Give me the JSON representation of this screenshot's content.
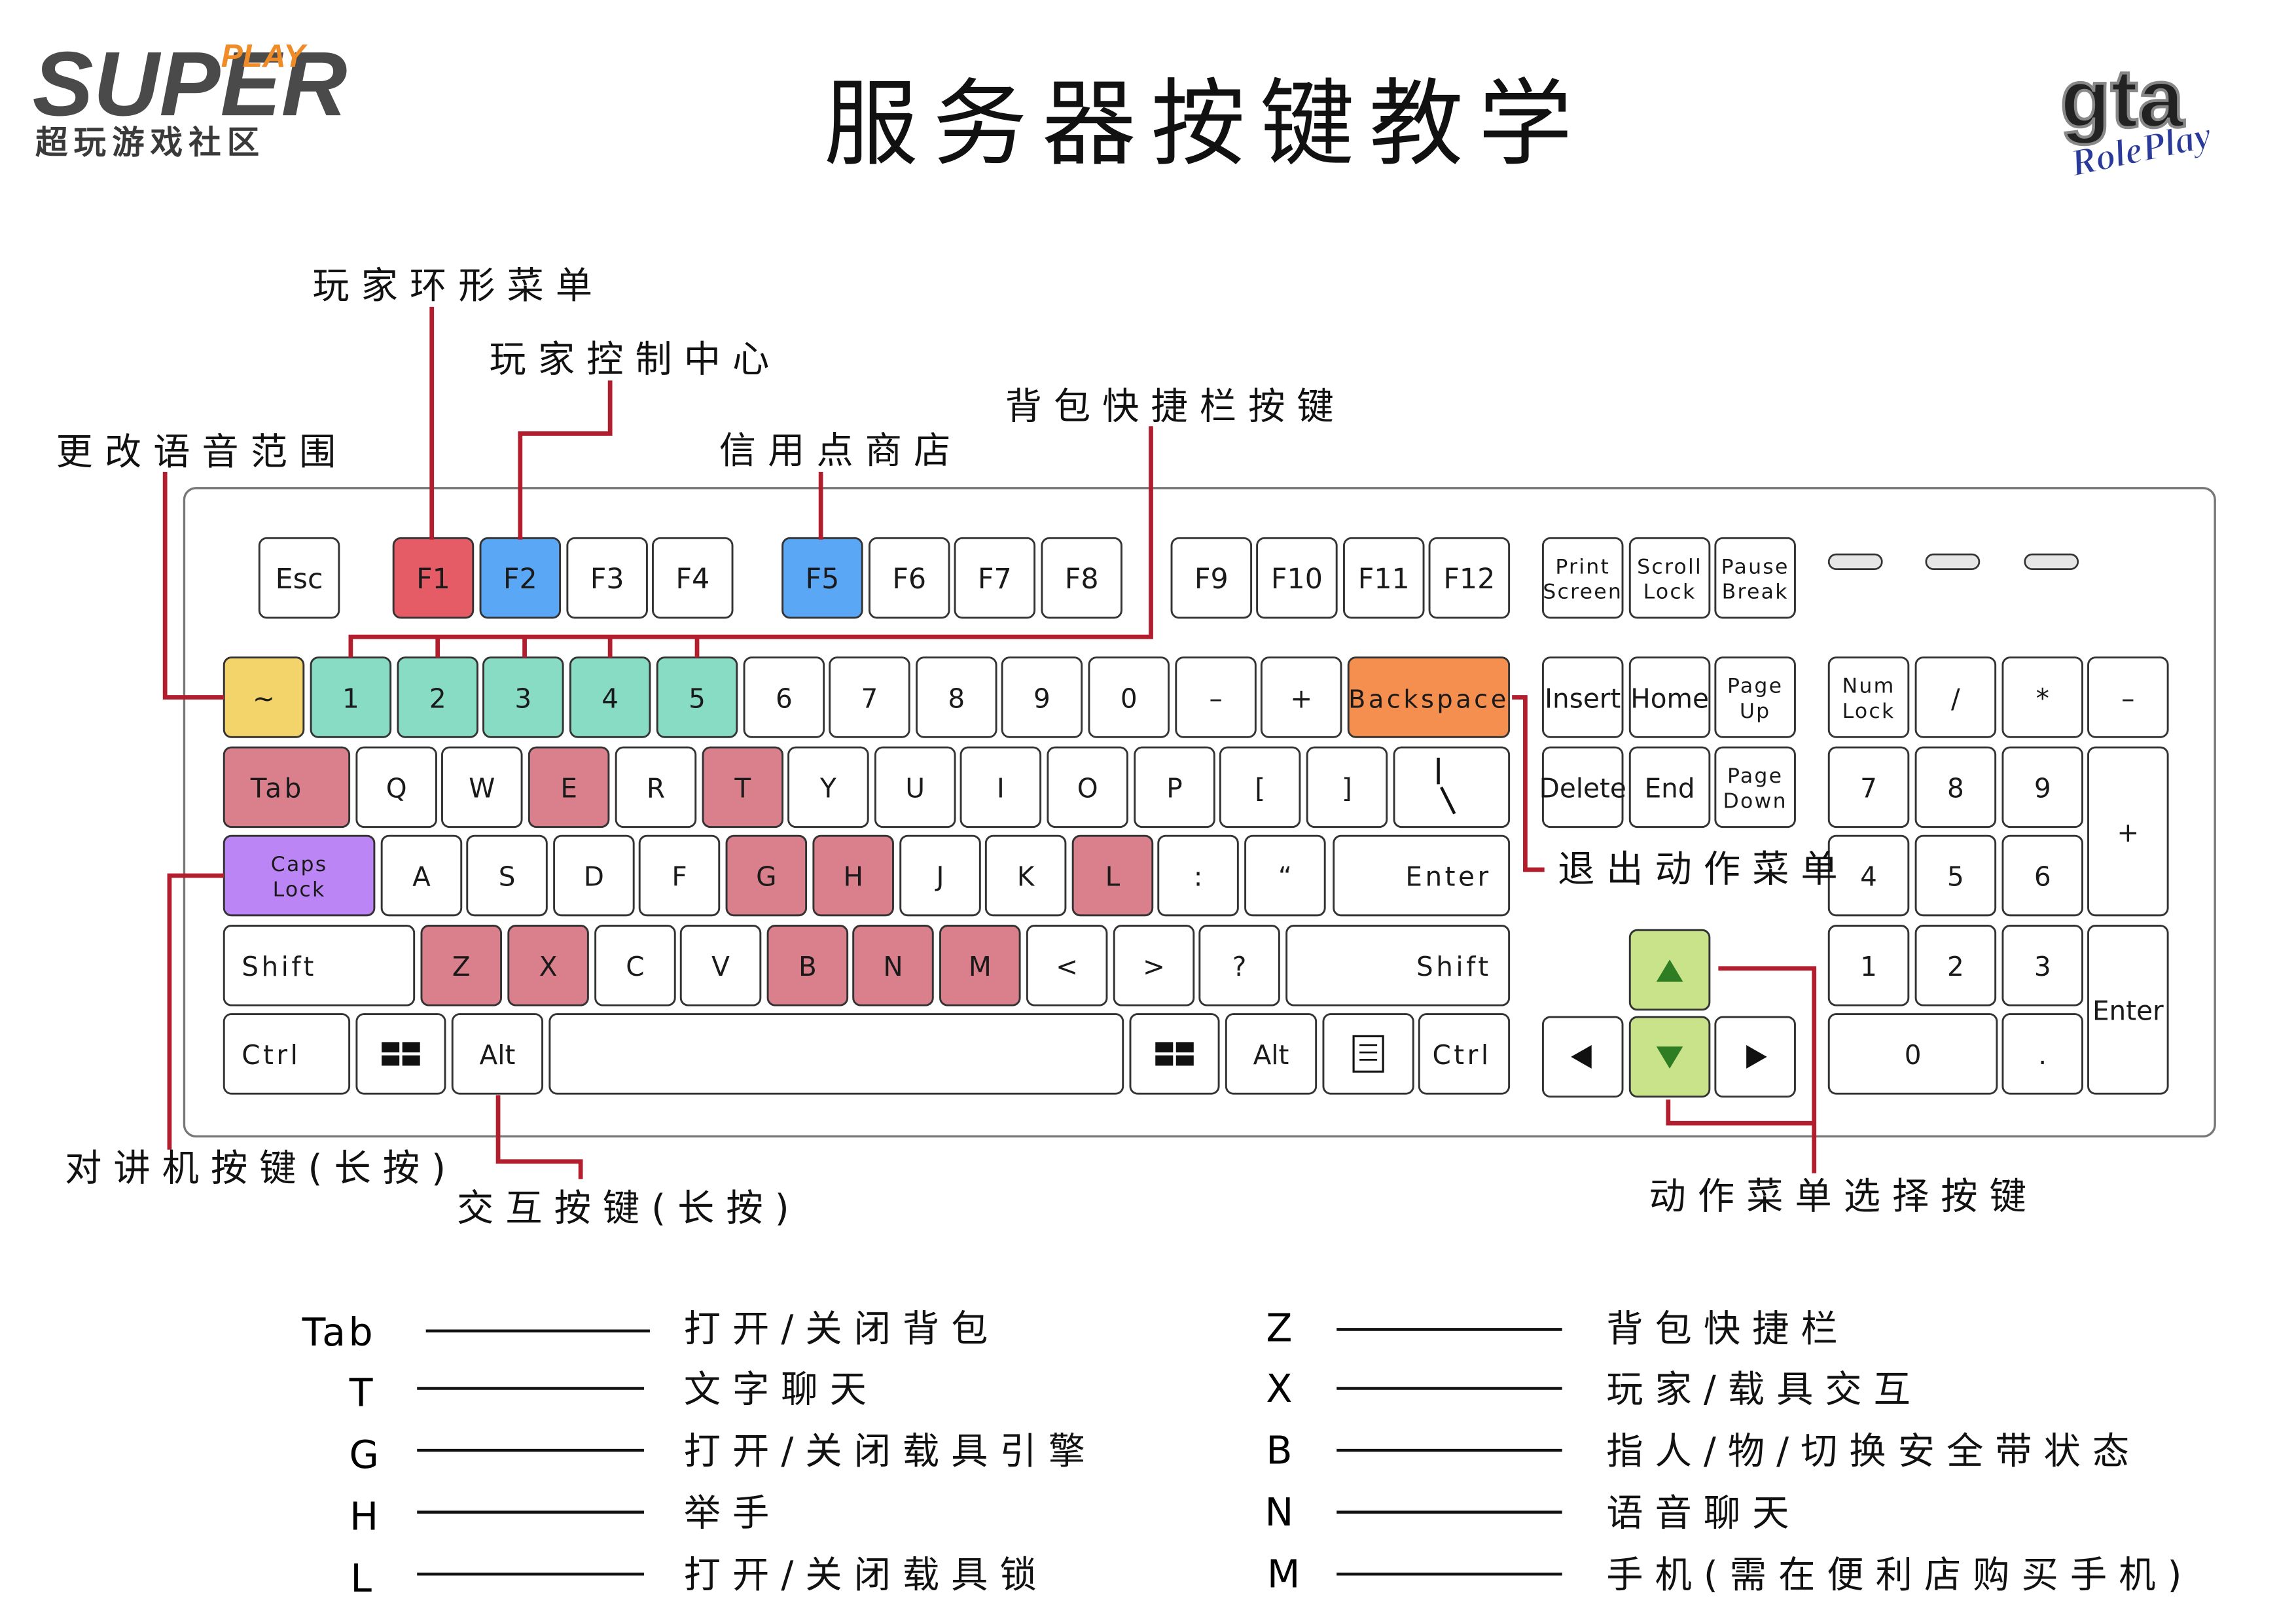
{
  "title": "服务器按键教学",
  "logo_left": {
    "main": "SUPER",
    "play": "PLAY",
    "subtitle": "超玩游戏社区"
  },
  "logo_right": {
    "main": "gta",
    "sub": "RolePlay"
  },
  "colors": {
    "red_key": "#e55b66",
    "blue_key": "#5aa7f5",
    "teal_key": "#88dcc4",
    "yellow_key": "#f3d46b",
    "orange_key": "#f58f4f",
    "purple_key": "#bb85f5",
    "pink_key": "#d9808c",
    "green_key": "#c8e38a",
    "callout_line": "#b21e2e",
    "key_border": "#333333"
  },
  "callouts": {
    "f1": "玩家环形菜单",
    "f2": "玩家控制中心",
    "f5": "信用点商店",
    "hotbar": "背包快捷栏按键",
    "tilde": "更改语音范围",
    "backspace": "退出动作菜单",
    "caps": "对讲机按键(长按)",
    "alt": "交互按键(长按)",
    "arrows": "动作菜单选择按键"
  },
  "keys": {
    "esc": "Esc",
    "f1": "F1",
    "f2": "F2",
    "f3": "F3",
    "f4": "F4",
    "f5": "F5",
    "f6": "F6",
    "f7": "F7",
    "f8": "F8",
    "f9": "F9",
    "f10": "F10",
    "f11": "F11",
    "f12": "F12",
    "print1": "Print",
    "print2": "Screen",
    "scroll1": "Scroll",
    "scroll2": "Lock",
    "pause1": "Pause",
    "pause2": "Break",
    "tilde": "~",
    "d1": "1",
    "d2": "2",
    "d3": "3",
    "d4": "4",
    "d5": "5",
    "d6": "6",
    "d7": "7",
    "d8": "8",
    "d9": "9",
    "d0": "0",
    "minus": "–",
    "plus": "+",
    "backspace": "Backspace",
    "insert": "Insert",
    "home": "Home",
    "pgup1": "Page",
    "pgup2": "Up",
    "numlock1": "Num",
    "numlock2": "Lock",
    "npslash": "/",
    "npstar": "*",
    "npminus": "–",
    "tab": "Tab",
    "q": "Q",
    "w": "W",
    "e": "E",
    "r": "R",
    "t": "T",
    "y": "Y",
    "u": "U",
    "i": "I",
    "o": "O",
    "p": "P",
    "lbr": "[",
    "rbr": "]",
    "delete": "Delete",
    "end": "End",
    "pgdn1": "Page",
    "pgdn2": "Down",
    "np7": "7",
    "np8": "8",
    "np9": "9",
    "npplus": "+",
    "caps1": "Caps",
    "caps2": "Lock",
    "a": "A",
    "s": "S",
    "d": "D",
    "f": "F",
    "g": "G",
    "h": "H",
    "j": "J",
    "k": "K",
    "l": "L",
    "colon": ":",
    "quote": "“",
    "enter": "Enter",
    "np4": "4",
    "np5": "5",
    "np6": "6",
    "shift": "Shift",
    "z": "Z",
    "x": "X",
    "c": "C",
    "v": "V",
    "b": "B",
    "n": "N",
    "m": "M",
    "lt": "<",
    "gt": ">",
    "question": "?",
    "rshift": "Shift",
    "np1": "1",
    "np2": "2",
    "np3": "3",
    "npenter": "Enter",
    "ctrl": "Ctrl",
    "alt": "Alt",
    "ralt": "Alt",
    "rctrl": "Ctrl",
    "np0": "0",
    "npdot": "."
  },
  "legend_left": [
    {
      "key": "Tab",
      "desc": "打开/关闭背包"
    },
    {
      "key": "T",
      "desc": "文字聊天"
    },
    {
      "key": "G",
      "desc": "打开/关闭载具引擎"
    },
    {
      "key": "H",
      "desc": "举手"
    },
    {
      "key": "L",
      "desc": "打开/关闭载具锁"
    }
  ],
  "legend_right": [
    {
      "key": "Z",
      "desc": "背包快捷栏"
    },
    {
      "key": "X",
      "desc": "玩家/载具交互"
    },
    {
      "key": "B",
      "desc": "指人/物/切换安全带状态"
    },
    {
      "key": "N",
      "desc": "语音聊天"
    },
    {
      "key": "M",
      "desc": "手机(需在便利店购买手机)"
    }
  ]
}
